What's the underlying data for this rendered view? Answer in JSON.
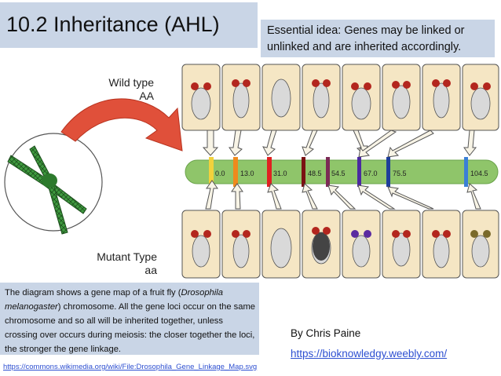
{
  "header": {
    "title": "10.2 Inheritance (AHL)",
    "essential_idea": "Essential idea: Genes may be linked or unlinked and are inherited accordingly."
  },
  "diagram": {
    "wild_type_label": "Wild type",
    "wild_type_genotype": "AA",
    "mutant_type_label": "Mutant Type",
    "mutant_type_genotype": "aa",
    "loci": [
      {
        "position": "0.0",
        "color": "#f2d23c"
      },
      {
        "position": "13.0",
        "color": "#ef8a1d"
      },
      {
        "position": "31.0",
        "color": "#e02121"
      },
      {
        "position": "48.5",
        "color": "#7a1212"
      },
      {
        "position": "54.5",
        "color": "#7b2a55"
      },
      {
        "position": "67.0",
        "color": "#4b2aa0"
      },
      {
        "position": "75.5",
        "color": "#1f3f9a"
      },
      {
        "position": "104.5",
        "color": "#3a7fd6"
      }
    ]
  },
  "description": {
    "line1_pre": "The diagram shows a gene map of a fruit fly (",
    "line1_italic": "Drosophila",
    "line2_italic": "melanogaster",
    "line2_post": ") chromosome. All the gene loci occur on the same chromosome and so all will be inherited together, unless crossing over occurs during meiosis: the closer together the loci, the stronger the gene linkage."
  },
  "credits": {
    "image_source": "https://commons.wikimedia.org/wiki/File:Drosophila_Gene_Linkage_Map.svg",
    "author": "By Chris Paine",
    "website": "https://bioknowledgy.weebly.com/"
  }
}
